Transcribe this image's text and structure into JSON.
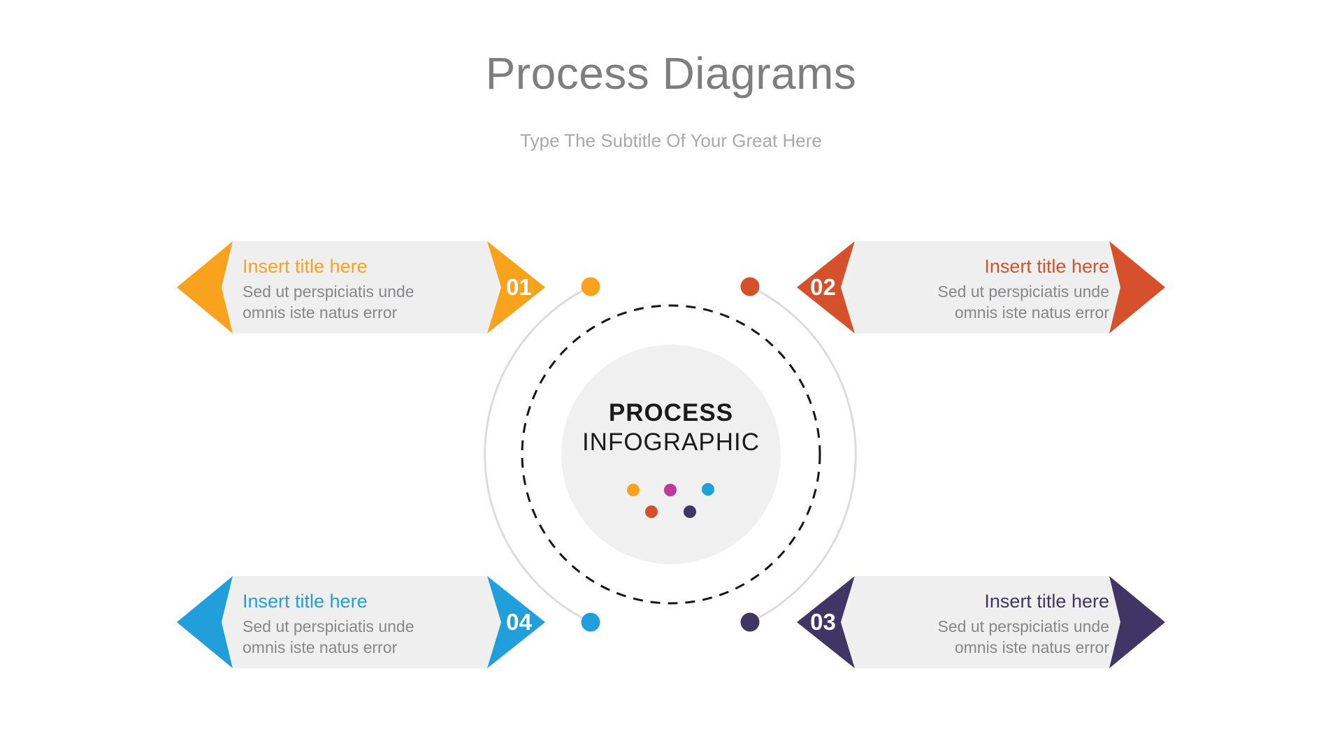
{
  "header": {
    "title": "Process Diagrams",
    "subtitle": "Type The Subtitle Of Your Great Here"
  },
  "center": {
    "line1": "PROCESS",
    "line2": "INFOGRAPHIC"
  },
  "colors": {
    "orange": "#F9A21E",
    "red": "#D4512C",
    "blue": "#219FDB",
    "purple": "#413566",
    "magenta": "#BE3A9E",
    "banner_bg": "#EFEFEF",
    "inner_circle": "#F0F0F0",
    "arc_gray": "#DCDCDC",
    "dash_black": "#161616",
    "title_gray": "#7E7E7E",
    "subtitle_gray": "#A9A9A9",
    "body_text_gray": "#85878A"
  },
  "steps": [
    {
      "number": "01",
      "title": "Insert title here",
      "description_lines": [
        "Sed ut perspiciatis unde",
        "omnis iste natus error"
      ],
      "color": "#F9A21E"
    },
    {
      "number": "02",
      "title": "Insert title here",
      "description_lines": [
        "Sed ut perspiciatis unde",
        "omnis iste natus error"
      ],
      "color": "#D4512C"
    },
    {
      "number": "03",
      "title": "Insert title here",
      "description_lines": [
        "Sed ut perspiciatis unde",
        "omnis iste natus error"
      ],
      "color": "#413566"
    },
    {
      "number": "04",
      "title": "Insert title here",
      "description_lines": [
        "Sed ut perspiciatis unde",
        "omnis iste natus error"
      ],
      "color": "#219FDB"
    }
  ]
}
